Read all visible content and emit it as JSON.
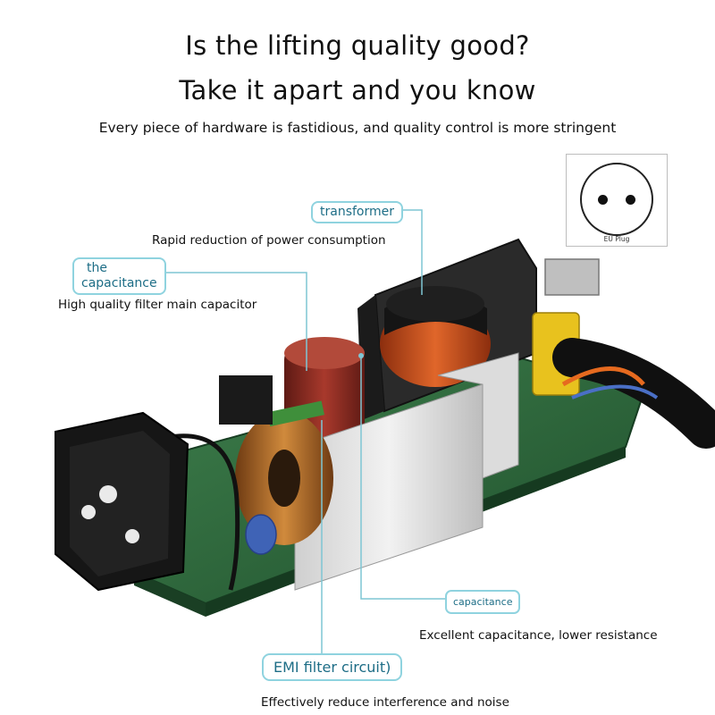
{
  "headline": {
    "line1": "Is the lifting quality good?",
    "line2": "Take it apart and you know",
    "subtitle": "Every piece of hardware is fastidious, and quality control is more stringent"
  },
  "plug": {
    "label": "EU Plug"
  },
  "callouts": {
    "transformer": {
      "title": "transformer",
      "description": "Rapid reduction of power consumption"
    },
    "main_capacitor": {
      "title_line1": "the",
      "title_line2": "capacitance",
      "description": "High quality filter main capacitor"
    },
    "capacitance": {
      "title": "capacitance",
      "description": "Excellent capacitance, lower resistance"
    },
    "emi_filter": {
      "title": "EMI filter circuit)",
      "description": "Effectively reduce interference and noise"
    }
  },
  "colors": {
    "callout_border": "#8fd3df",
    "callout_text": "#1d6d86",
    "pcb_green": "#2f6b3e",
    "capacitor_red": "#8a2a22",
    "coil_copper": "#b5651d",
    "transformer_orange": "#c9541e"
  }
}
